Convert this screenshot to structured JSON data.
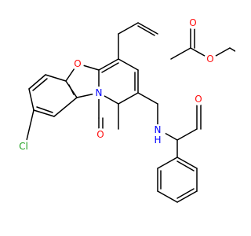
{
  "molecule": {
    "atom_labels": {
      "oxygen_ring": "O",
      "oxygen_carbonyl": "O",
      "oxygen_ester_double": "O",
      "oxygen_ester_single": "O",
      "oxygen_amide": "O",
      "nitrogen_ring": "N",
      "amide_nh_n": "N",
      "amide_nh_h": "H",
      "chlorine": "Cl"
    },
    "colors": {
      "oxygen": "#ff0d0d",
      "nitrogen": "#0000ff",
      "chlorine": "#1fa01f",
      "bond": "#000000"
    }
  }
}
